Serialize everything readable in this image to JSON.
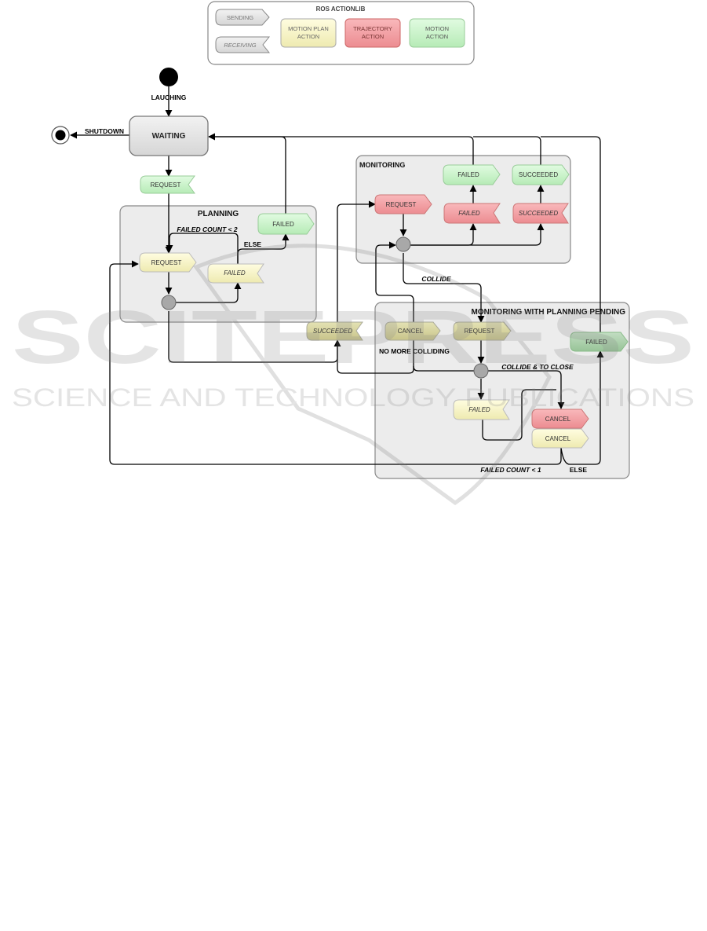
{
  "legend": {
    "title": "ROS ACTIONLIB",
    "sending": "SENDING",
    "receiving": "RECEIVING",
    "motion_plan": [
      "MOTION PLAN",
      "ACTION"
    ],
    "trajectory": [
      "TRAJECTORY",
      "ACTION"
    ],
    "motion": [
      "MOTION",
      "ACTION"
    ]
  },
  "colors": {
    "motion_plan": "#fbf8c8",
    "trajectory": "#f4a0a4",
    "motion": "#cdf5cd",
    "neutral": "#e4e4e4",
    "group_bg": "#ebebeb",
    "junction": "#a8a8a8"
  },
  "states": {
    "waiting": "WAITING",
    "planning": "PLANNING",
    "monitoring": "MONITORING",
    "monitoring_pending": "MONITORING WITH PLANNING PENDING"
  },
  "edges": {
    "launching": "LAUCHING",
    "shutdown": "SHUTDOWN",
    "failed_count_2": "FAILED COUNT < 2",
    "else_planning": "ELSE",
    "collide": "COLLIDE",
    "no_more_colliding": "NO MORE COLLIDING",
    "collide_close": "COLLIDE & TO CLOSE",
    "failed_count_1": "FAILED COUNT < 1",
    "else_pending": "ELSE"
  },
  "nodes": {
    "request_waiting": "REQUEST",
    "request_planning": "REQUEST",
    "failed_planning": "FAILED",
    "failed_planning_out": "FAILED",
    "succeeded_planning": "SUCCEEDED",
    "request_monitoring": "REQUEST",
    "failed_mon_recv": "FAILED",
    "failed_mon_send": "FAILED",
    "succeeded_mon_recv": "SUCCEEDED",
    "succeeded_mon_send": "SUCCEEDED",
    "cancel_pending": "CANCEL",
    "request_pending": "REQUEST",
    "failed_pending_out": "FAILED",
    "failed_pending": "FAILED",
    "cancel_traj": "CANCEL",
    "cancel_plan": "CANCEL"
  },
  "watermark": {
    "big": "SCITEPRESS",
    "sub": "SCIENCE AND TECHNOLOGY PUBLICATIONS"
  }
}
